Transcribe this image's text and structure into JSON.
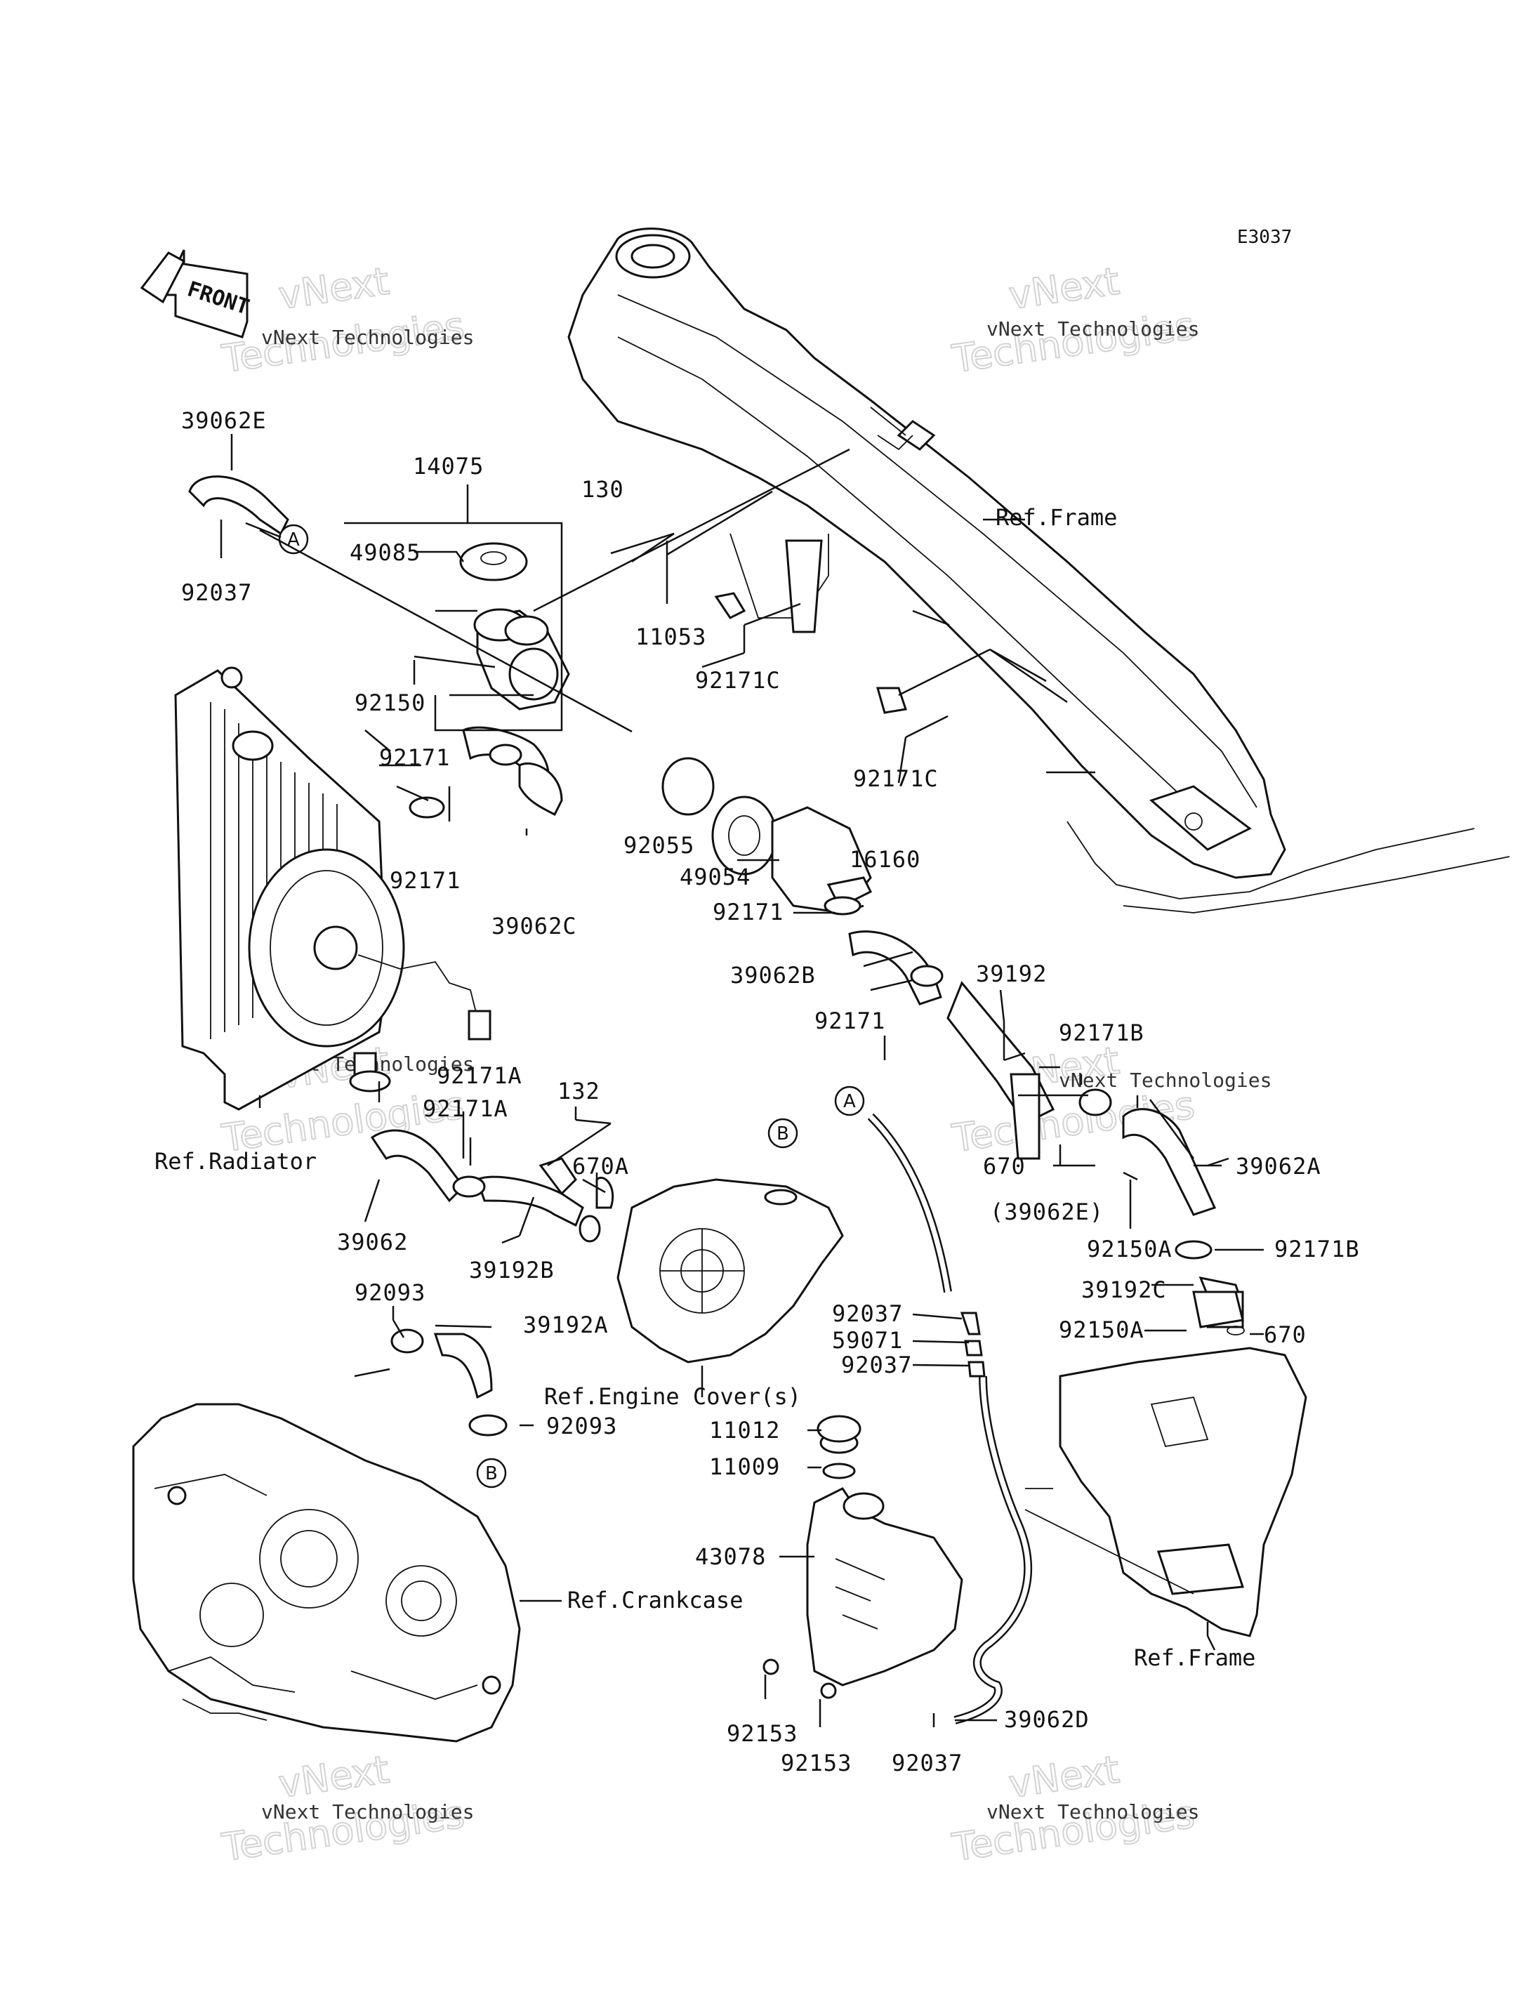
{
  "diagram_code": "E3037",
  "front_label": "FRONT",
  "watermark": {
    "small": "vNext Technologies",
    "big_line1": "vNext",
    "big_line2": "Technologies"
  },
  "refs": {
    "frame_top": "Ref.Frame",
    "radiator": "Ref.Radiator",
    "engine_cover": "Ref.Engine Cover(s)",
    "crankcase": "Ref.Crankcase",
    "frame_bottom": "Ref.Frame"
  },
  "callouts": {
    "a": "A",
    "b": "B"
  },
  "parts": {
    "p39062E": "39062E",
    "p92037_top": "92037",
    "p14075": "14075",
    "p49085": "49085",
    "p130": "130",
    "p11053": "11053",
    "p92150": "92150",
    "p92171C_1": "92171C",
    "p92171C_2": "92171C",
    "p92171_a": "92171",
    "p92171_b": "92171",
    "p39062C": "39062C",
    "p92055": "92055",
    "p49054": "49054",
    "p16160": "16160",
    "p92171_c": "92171",
    "p39062B": "39062B",
    "p39192": "39192",
    "p92171_d": "92171",
    "p92171B_1": "92171B",
    "p92171A_1": "92171A",
    "p92171A_2": "92171A",
    "p132": "132",
    "p670A": "670A",
    "p670": "670",
    "p39062A": "39062A",
    "p39062E_paren": "(39062E)",
    "p39062": "39062",
    "p39192B": "39192B",
    "p92150A_1": "92150A",
    "p92171B_2": "92171B",
    "p39192C": "39192C",
    "p92150A_2": "92150A",
    "p670_b": "670",
    "p92093_1": "92093",
    "p39192A": "39192A",
    "p92037_m1": "92037",
    "p59071": "59071",
    "p92037_m2": "92037",
    "p92093_2": "92093",
    "p11012": "11012",
    "p11009": "11009",
    "p43078": "43078",
    "p92153_1": "92153",
    "p92153_2": "92153",
    "p39062D": "39062D",
    "p92037_bot": "92037"
  }
}
